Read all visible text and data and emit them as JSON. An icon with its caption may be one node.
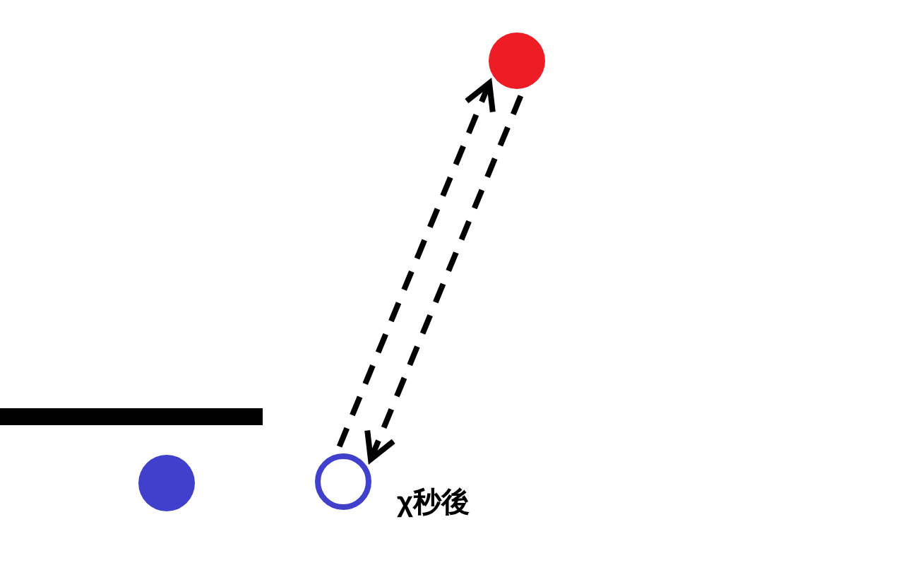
{
  "diagram": {
    "nodes": [
      {
        "text": [],
        "shape": "circle"
      },
      {
        "text": [],
        "shape": "circle",
        "beside": [
          "χ秒後"
        ]
      },
      {
        "text": [],
        "shape": "circle"
      }
    ],
    "edges": [
      {
        "from": 1,
        "to": 2,
        "arrow": "to",
        "style": "dashed"
      },
      {
        "from": 2,
        "to": 1,
        "arrow": "to",
        "style": "dashed"
      }
    ]
  }
}
